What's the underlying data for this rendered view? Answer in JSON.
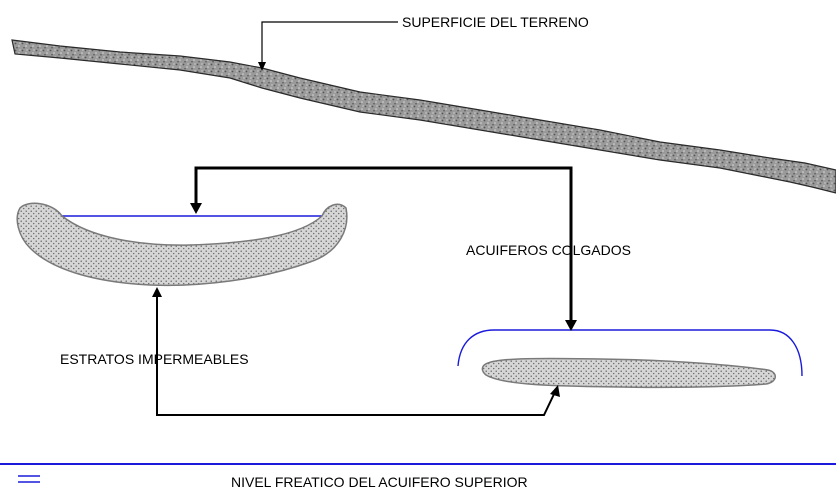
{
  "labels": {
    "surface": "SUPERFICIE  DEL TERRENO",
    "perched_aquifers": "ACUIFEROS COLGADOS",
    "impermeable_strata": "ESTRATOS IMPERMEABLES",
    "upper_water_table": "NIVEL FREATICO DEL ACUIFERO SUPERIOR"
  },
  "colors": {
    "water_table": "#1a1adc",
    "stratum_fill": "#c8c8c8",
    "ground_fill": "#9a9a9a",
    "outline": "#2a2a2a",
    "arrow": "#000000"
  },
  "icons": {
    "legend_symbol": "double-line-water-table-icon"
  }
}
